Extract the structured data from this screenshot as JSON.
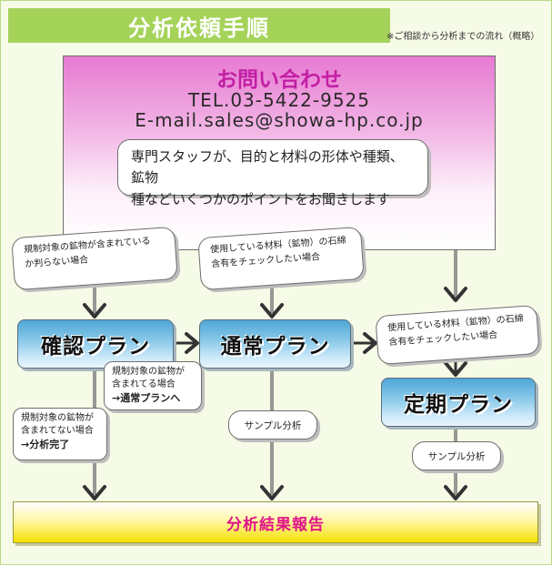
{
  "header": {
    "title": "分析依頼手順",
    "note": "※ご相談から分析までの流れ（概略）"
  },
  "contact": {
    "title": "お問い合わせ",
    "tel": "TEL.03-5422-9525",
    "email": "E-mail.sales@showa-hp.co.jp"
  },
  "intro_callout": {
    "line1": "専門スタッフが、目的と材料の形体や種類、鉱物",
    "line2": "種などいくつかのポイントをお聞きします"
  },
  "conditions": [
    {
      "line1": "規制対象の鉱物が含まれている",
      "line2": "か判らない場合"
    },
    {
      "line1": "使用している材料（鉱物）の石綿",
      "line2": "含有をチェックしたい場合"
    },
    {
      "line1": "使用している材料（鉱物）の石綿",
      "line2": "含有をチェックしたい場合"
    }
  ],
  "plans": {
    "confirm": "確認プラン",
    "regular": "通常プラン",
    "periodic": "定期プラン"
  },
  "notes": {
    "mid": {
      "line1": "規制対象の鉱物が",
      "line2": "含まれてる場合",
      "result": "→通常プランへ"
    },
    "left": {
      "line1": "規制対象の鉱物が",
      "line2": "含まれてない場合",
      "result": "→分析完了"
    }
  },
  "sample_labels": [
    "サンプル分析",
    "サンプル分析"
  ],
  "report": {
    "label": "分析結果報告"
  },
  "colors": {
    "title_bg": "#a5d35a",
    "contact_accent": "#c21fa4",
    "plan_blue": "#4fa6d6",
    "report_yellow": "#f3e100",
    "report_text": "#e0148a"
  }
}
